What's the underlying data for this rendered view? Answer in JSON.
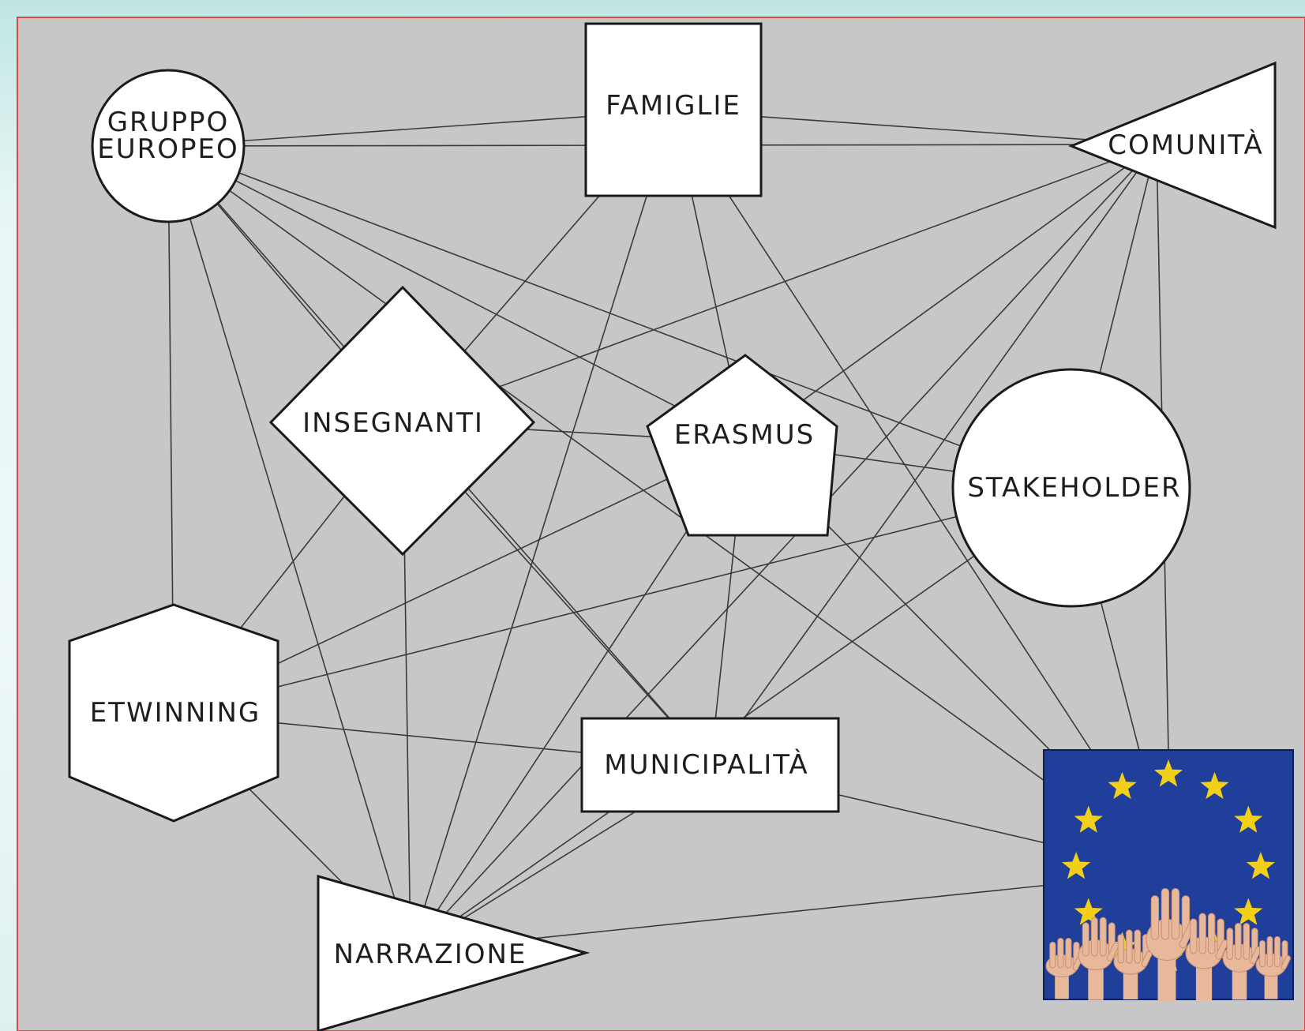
{
  "diagram": {
    "nodes": [
      {
        "id": "gruppo",
        "label_lines": [
          "GRUPPO",
          "EUROPEO"
        ],
        "shape": "circle"
      },
      {
        "id": "famiglie",
        "label_lines": [
          "FAMIGLIE"
        ],
        "shape": "square"
      },
      {
        "id": "comunita",
        "label_lines": [
          "COMUNITÀ"
        ],
        "shape": "triangle"
      },
      {
        "id": "insegnanti",
        "label_lines": [
          "INSEGNANTI"
        ],
        "shape": "diamond"
      },
      {
        "id": "erasmus",
        "label_lines": [
          "ERASMUS"
        ],
        "shape": "pentagon"
      },
      {
        "id": "stakeholder",
        "label_lines": [
          "STAKEHOLDER"
        ],
        "shape": "circle"
      },
      {
        "id": "etwinning",
        "label_lines": [
          "ETWINNING"
        ],
        "shape": "hexagon"
      },
      {
        "id": "municipalita",
        "label_lines": [
          "MUNICIPALITÀ"
        ],
        "shape": "rectangle"
      },
      {
        "id": "narrazione",
        "label_lines": [
          "NARRAZIONE"
        ],
        "shape": "triangle"
      },
      {
        "id": "eu_image",
        "label_lines": [],
        "shape": "image",
        "image_description_icon": "eu-flag-hands-icon"
      }
    ],
    "edges": [
      [
        "gruppo",
        "famiglie"
      ],
      [
        "gruppo",
        "comunita"
      ],
      [
        "gruppo",
        "insegnanti"
      ],
      [
        "gruppo",
        "erasmus"
      ],
      [
        "gruppo",
        "stakeholder"
      ],
      [
        "gruppo",
        "etwinning"
      ],
      [
        "gruppo",
        "narrazione"
      ],
      [
        "gruppo",
        "municipalita"
      ],
      [
        "gruppo",
        "eu_image"
      ],
      [
        "famiglie",
        "comunita"
      ],
      [
        "famiglie",
        "insegnanti"
      ],
      [
        "famiglie",
        "erasmus"
      ],
      [
        "famiglie",
        "narrazione"
      ],
      [
        "famiglie",
        "eu_image"
      ],
      [
        "comunita",
        "insegnanti"
      ],
      [
        "comunita",
        "erasmus"
      ],
      [
        "comunita",
        "stakeholder"
      ],
      [
        "comunita",
        "municipalita"
      ],
      [
        "comunita",
        "narrazione"
      ],
      [
        "comunita",
        "eu_image"
      ],
      [
        "insegnanti",
        "erasmus"
      ],
      [
        "insegnanti",
        "etwinning"
      ],
      [
        "insegnanti",
        "narrazione"
      ],
      [
        "insegnanti",
        "municipalita"
      ],
      [
        "erasmus",
        "stakeholder"
      ],
      [
        "erasmus",
        "etwinning"
      ],
      [
        "erasmus",
        "municipalita"
      ],
      [
        "erasmus",
        "narrazione"
      ],
      [
        "erasmus",
        "eu_image"
      ],
      [
        "stakeholder",
        "etwinning"
      ],
      [
        "stakeholder",
        "narrazione"
      ],
      [
        "stakeholder",
        "eu_image"
      ],
      [
        "etwinning",
        "municipalita"
      ],
      [
        "etwinning",
        "narrazione"
      ],
      [
        "municipalita",
        "narrazione"
      ],
      [
        "municipalita",
        "eu_image"
      ],
      [
        "narrazione",
        "eu_image"
      ]
    ]
  },
  "colors": {
    "canvas": "#c7c7c7",
    "canvas_border": "#e04848",
    "node_fill": "#ffffff",
    "flag_blue": "#1f3f9a",
    "star_yellow": "#f2d01a"
  }
}
